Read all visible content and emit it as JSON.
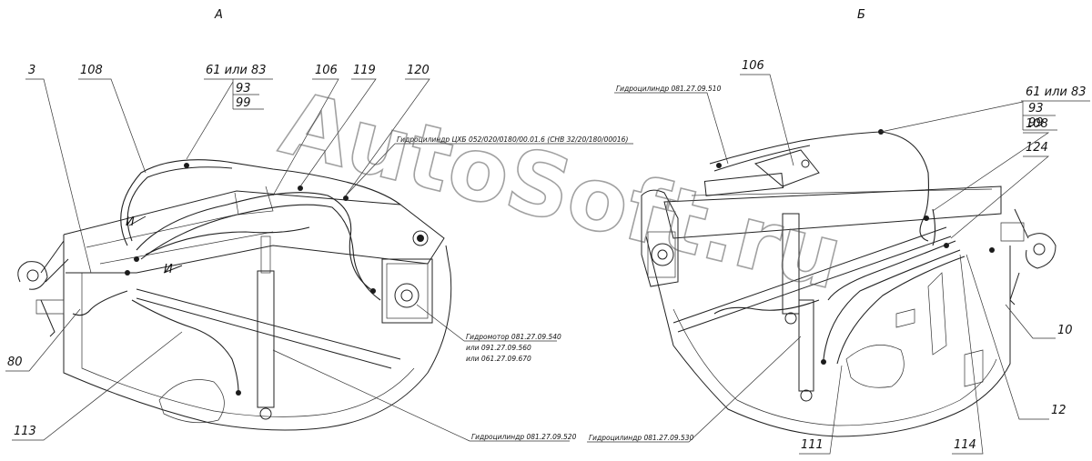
{
  "view_titles": {
    "left": "А",
    "right": "Б"
  },
  "left_labels": {
    "p3": "3",
    "p108": "108",
    "p61": "61 или 83",
    "p93": "93",
    "p99": "99",
    "p106": "106",
    "p119": "119",
    "p120": "120",
    "p80": "80",
    "p113": "113",
    "section_mark": "И"
  },
  "right_labels": {
    "p106": "106",
    "p61": "61 или 83",
    "p93": "93",
    "p99": "99",
    "p108": "108",
    "p124": "124",
    "p10": "10",
    "p12": "12",
    "p111": "111",
    "p114": "114"
  },
  "notes": {
    "cyl_top_left": "Гидроцилиндр ЦХБ 052/020/0180/00.01.6 (СНВ 32/20/180/00016)",
    "motor_1": "Гидромотор 081.27.09.540",
    "motor_2": "или 091.27.09.560",
    "motor_3": "или 061.27.09.670",
    "cyl_bottom_left": "Гидроцилиндр 081.27.09.520",
    "cyl_top_right": "Гидроцилиндр 081.27.09.510",
    "cyl_bottom_right": "Гидроцилиндр 081.27.09.530"
  },
  "watermark": "AutoSoft.ru"
}
